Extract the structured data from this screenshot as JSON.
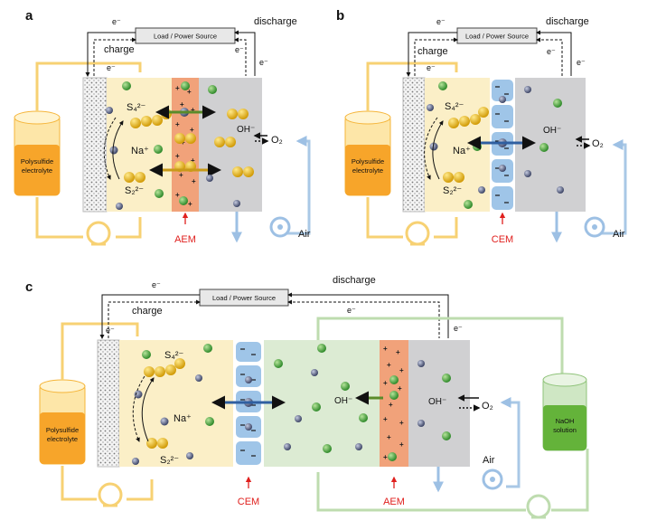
{
  "panels": [
    {
      "label": "a",
      "load_box": "Load / Power Source",
      "charge": "charge",
      "discharge": "discharge",
      "electron": "e⁻",
      "tank": [
        "Polysulfide",
        "electrolyte"
      ],
      "s4": "S₄²⁻",
      "na": "Na⁺",
      "s2": "S₂²⁻",
      "oh": "OH⁻",
      "o2": "O₂",
      "membrane": "AEM",
      "air": "Air"
    },
    {
      "label": "b",
      "load_box": "Load / Power Source",
      "charge": "charge",
      "discharge": "discharge",
      "electron": "e⁻",
      "tank": [
        "Polysulfide",
        "electrolyte"
      ],
      "s4": "S₄²⁻",
      "na": "Na⁺",
      "s2": "S₂²⁻",
      "oh": "OH⁻",
      "o2": "O₂",
      "membrane": "CEM",
      "air": "Air"
    },
    {
      "label": "c",
      "load_box": "Load / Power Source",
      "charge": "charge",
      "discharge": "discharge",
      "electron": "e⁻",
      "tank": [
        "Polysulfide",
        "electrolyte"
      ],
      "tank2": [
        "NaOH",
        "solution"
      ],
      "s4": "S₄²⁻",
      "na": "Na⁺",
      "s2": "S₂²⁻",
      "oh_mid": "OH⁻",
      "oh": "OH⁻",
      "o2": "O₂",
      "membrane1": "CEM",
      "membrane2": "AEM",
      "air": "Air"
    }
  ],
  "colors": {
    "polysulfide": "#fbefc7",
    "pipe_yellow": "#f7d173",
    "tank_orange": "#f7a52a",
    "air_blue": "#a9c8e6",
    "gray_electrode": "#cfcfcf",
    "aem": "#f1a27a",
    "cem": "#9fc5e8",
    "naoh_green": "#dcebd3",
    "pipe_green": "#bedcaf",
    "membrane_label": "#e0201e"
  }
}
